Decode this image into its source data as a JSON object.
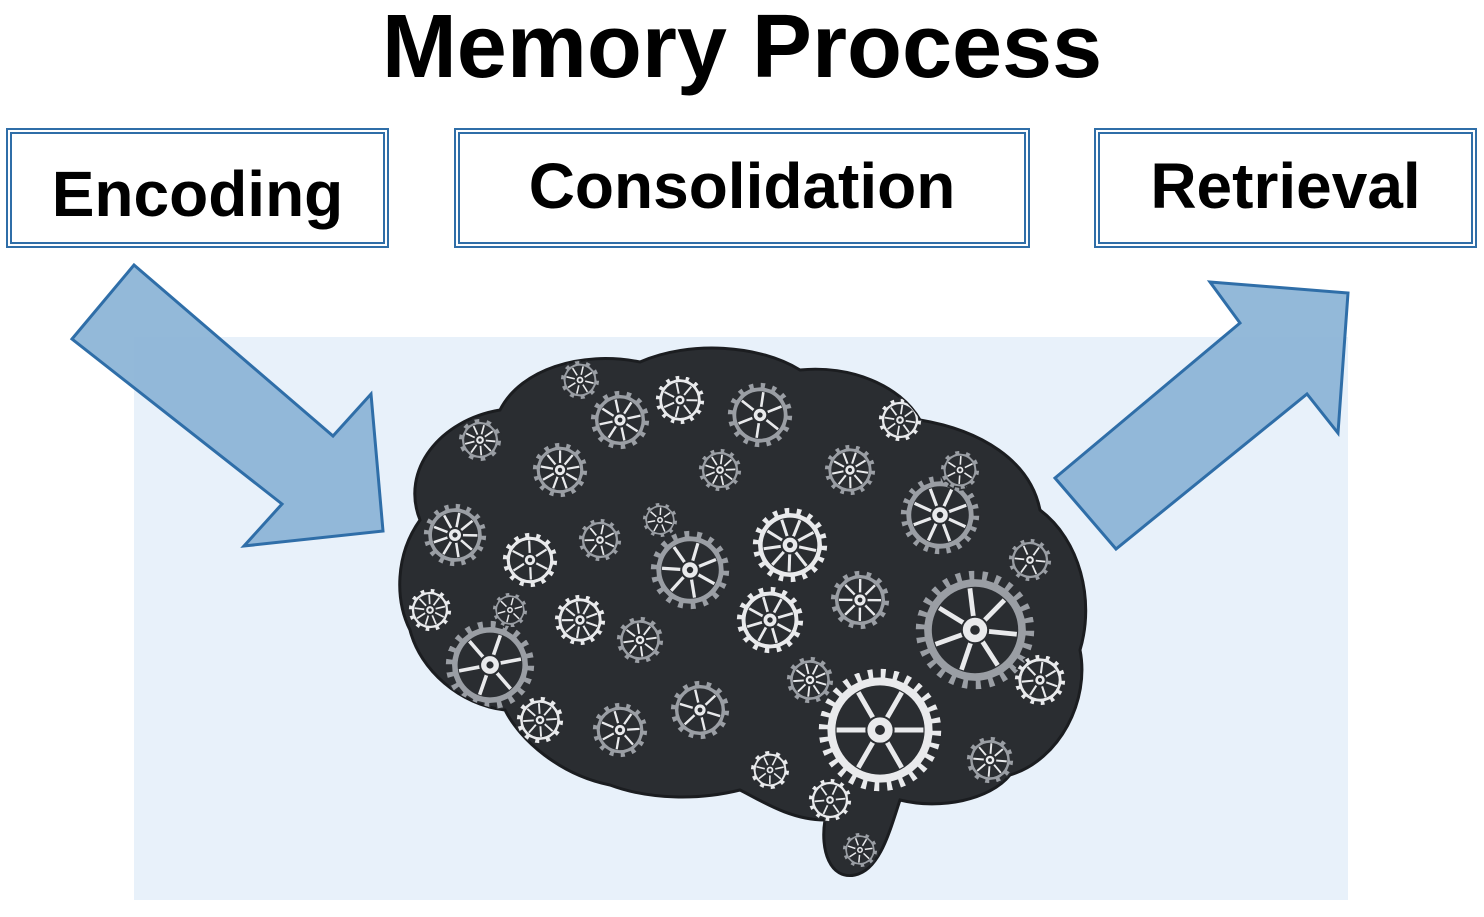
{
  "title": "Memory Process",
  "stages": [
    {
      "label": "Encoding"
    },
    {
      "label": "Consolidation"
    },
    {
      "label": "Retrieval"
    }
  ],
  "colors": {
    "box_border": "#2f6ea8",
    "arrow_fill": "#8ab3d6",
    "arrow_stroke": "#2f6ea8",
    "panel_bg": "#e8f1fa",
    "brain_dark": "#2a2d31",
    "gear_light": "#e9eaec"
  },
  "image": {
    "icon": "brain-of-gears-illustration"
  }
}
